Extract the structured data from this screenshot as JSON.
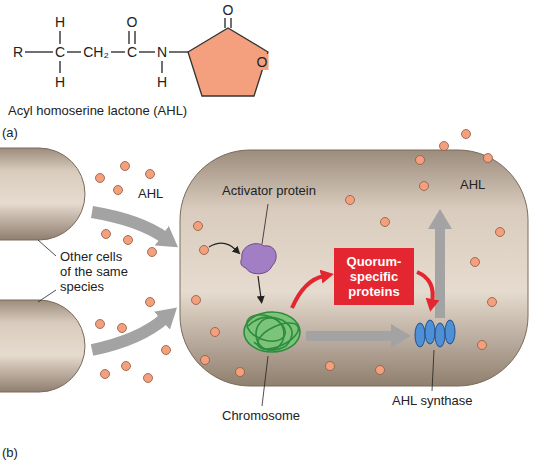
{
  "diagram": {
    "nodes": [
      {
        "text": [
          "Quorum-specific proteins"
        ]
      }
    ],
    "labels": [
      "H",
      "O",
      "O",
      "R",
      "C",
      "CH₂",
      "C",
      "N",
      "O",
      "H",
      "H",
      "Acyl homoserine lactone (AHL)",
      "(a)",
      "AHL",
      "Activator protein",
      "AHL",
      "Other cells of the same species",
      "Chromosome",
      "AHL synthase",
      "(b)"
    ]
  }
}
